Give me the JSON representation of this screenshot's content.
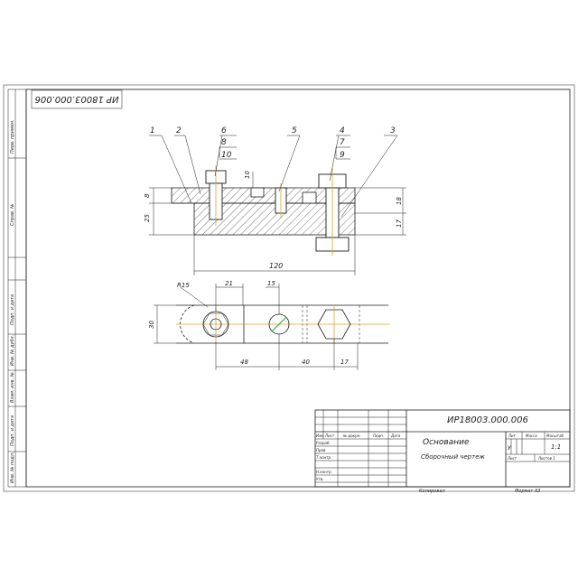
{
  "drawing_code_top": "ИР 18003.000.006",
  "left_strip": [
    "Перв. примен.",
    "Справ. №",
    "Подп. и дата",
    "Инв. № дубл.",
    "Взам. инв. №",
    "Подп. и дата",
    "Инв. № подл."
  ],
  "leaders": [
    "1",
    "2",
    "6",
    "8",
    "10",
    "5",
    "4",
    "7",
    "9",
    "3"
  ],
  "dims_front": {
    "d8": "8",
    "d25": "25",
    "d10": "10",
    "d18": "18",
    "d17": "17",
    "d120": "120"
  },
  "dims_plan": {
    "r15": "R15",
    "d21": "21",
    "d15": "15",
    "d30": "30",
    "d48": "48",
    "d40": "40",
    "d17": "17"
  },
  "title_block": {
    "code": "ИР18003.000.006",
    "name": "Основание",
    "subtitle": "Сборочный чертеж",
    "h_lit": "Лит",
    "h_mass": "Масса",
    "h_scale": "Масштаб",
    "lit_value": "У",
    "scale_value": "1:1",
    "sheet_label": "Лист",
    "sheets_label": "Листов 1",
    "col_izm": "Изм",
    "col_list": "Лист",
    "col_doc": "№ докум.",
    "col_sign": "Подп.",
    "col_date": "Дата",
    "r_razrab": "Разраб.",
    "r_prov": "Пров.",
    "r_tkontr": "Т.контр.",
    "r_nkontr": "Н.контр.",
    "r_utv": "Утв.",
    "copied": "Копировал",
    "format": "Формат А3"
  }
}
